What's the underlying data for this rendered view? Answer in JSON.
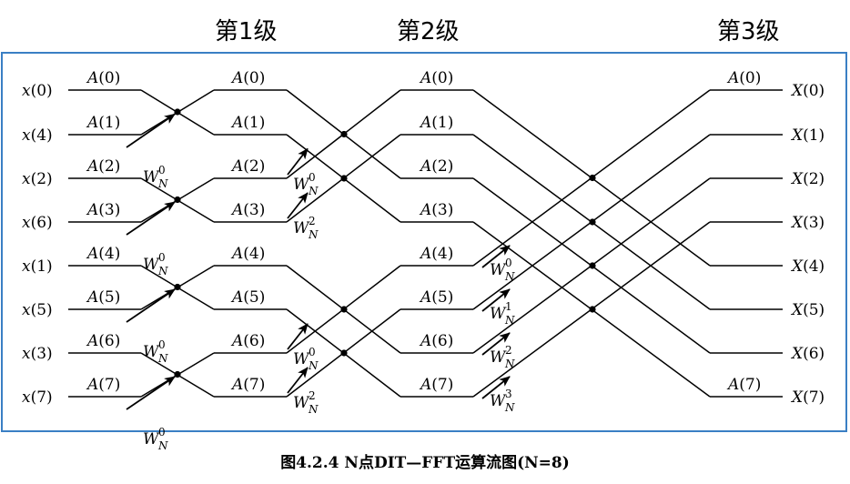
{
  "stages": [
    "第1级",
    "第2级",
    "第3级"
  ],
  "inputs": [
    "x(0)",
    "x(4)",
    "x(2)",
    "x(6)",
    "x(1)",
    "x(5)",
    "x(3)",
    "x(7)"
  ],
  "outputs": [
    "X(0)",
    "X(1)",
    "X(2)",
    "X(3)",
    "X(4)",
    "X(5)",
    "X(6)",
    "X(7)"
  ],
  "stage1_labels": [
    "A(0)",
    "A(1)",
    "A(2)",
    "A(3)",
    "A(4)",
    "A(5)",
    "A(6)",
    "A(7)"
  ],
  "stage2_labels": [
    "A(0)",
    "A(1)",
    "A(2)",
    "A(3)",
    "A(4)",
    "A(5)",
    "A(6)",
    "A(7)"
  ],
  "stage3_labels": [
    "A(0)",
    "A(1)",
    "A(2)",
    "A(3)",
    "A(4)",
    "A(5)",
    "A(6)",
    "A(7)"
  ],
  "stage4_labels": [
    "A(0)",
    "A(7)"
  ],
  "twiddles": {
    "stage1": [
      "0",
      "0",
      "0",
      "0"
    ],
    "stage2": [
      "0",
      "2",
      "0",
      "2"
    ],
    "stage3": [
      "0",
      "1",
      "2",
      "3"
    ]
  },
  "twiddle_base": "W",
  "twiddle_sub": "N",
  "caption": "图4.2.4  N点DIT—FFT运算流图(N=8)",
  "colors": {
    "frame": "#3a7fc4",
    "line": "#000000"
  }
}
